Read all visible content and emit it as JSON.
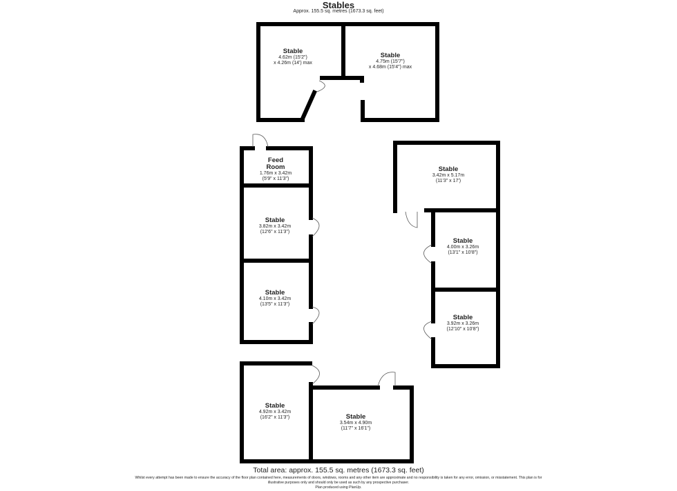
{
  "header": {
    "title": "Stables",
    "subtitle": "Approx. 155.5 sq. metres (1673.3 sq. feet)"
  },
  "rooms": [
    {
      "name": "Stable",
      "dim1": "4.62m (15'2\")",
      "dim2": "x 4.26m (14') max"
    },
    {
      "name": "Stable",
      "dim1": "4.75m (15'7\")",
      "dim2": "x 4.68m (15'4\") max"
    },
    {
      "name": "Feed Room",
      "dim1": "1.76m x 3.42m",
      "dim2": "(5'9\" x 11'3\")"
    },
    {
      "name": "Stable",
      "dim1": "3.82m x 3.42m",
      "dim2": "(12'6\" x 11'3\")"
    },
    {
      "name": "Stable",
      "dim1": "4.10m x 3.42m",
      "dim2": "(13'5\" x 11'3\")"
    },
    {
      "name": "Stable",
      "dim1": "3.42m x 5.17m",
      "dim2": "(11'3\" x 17')"
    },
    {
      "name": "Stable",
      "dim1": "4.00m x 3.26m",
      "dim2": "(13'1\" x 10'8\")"
    },
    {
      "name": "Stable",
      "dim1": "3.92m x 3.26m",
      "dim2": "(12'10\" x 10'8\")"
    },
    {
      "name": "Stable",
      "dim1": "4.92m x 3.42m",
      "dim2": "(16'2\" x 11'3\")"
    },
    {
      "name": "Stable",
      "dim1": "3.54m x 4.90m",
      "dim2": "(11'7\" x 16'1\")"
    }
  ],
  "footer": {
    "total": "Total area: approx. 155.5 sq. metres (1673.3 sq. feet)",
    "disclaimer1": "Whilst every attempt has been made to ensure the accuracy of the floor plan contained here, measurements of doors, windows, rooms and any other item are approximate and no responsibility is taken for any error, omission, or misstatement. This plan is for",
    "disclaimer2": "illustrative purposes only and should only be used as such by any prospective purchaser.",
    "credit": "Plan produced using PlanUp."
  },
  "colors": {
    "wall": "#000000",
    "background": "#ffffff"
  }
}
